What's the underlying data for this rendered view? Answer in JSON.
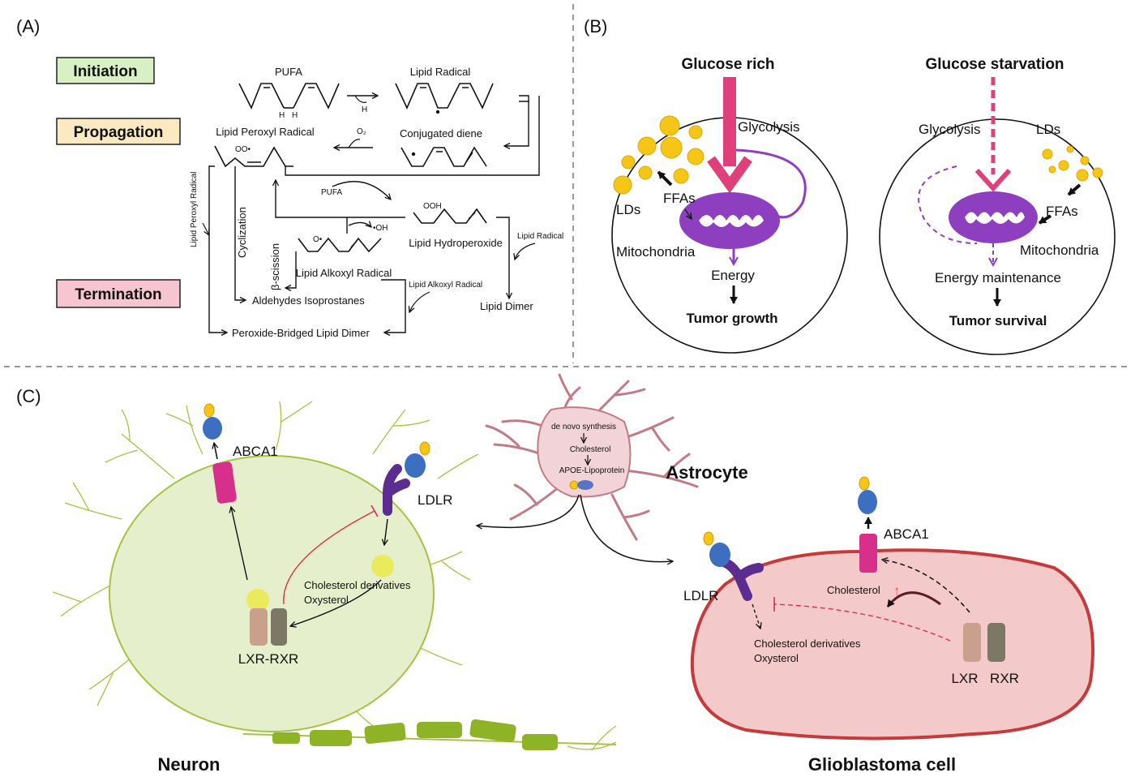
{
  "panels": {
    "a": {
      "letter": "(A)",
      "stages": {
        "initiation": {
          "label": "Initiation",
          "fill": "#d9efc4"
        },
        "propagation": {
          "label": "Propagation",
          "fill": "#fbe9c1"
        },
        "termination": {
          "label": "Termination",
          "fill": "#f6c5cf"
        }
      },
      "molecules": {
        "pufa": "PUFA",
        "lipid_radical": "Lipid Radical",
        "h_left": "H",
        "h_right": "H",
        "h_removed": "H",
        "lipid_peroxyl_radical": "Lipid Peroxyl Radical",
        "o2": "O₂",
        "conjugated_diene": "Conjugated diene",
        "oo_dot": "OO•",
        "pufa_small": "PUFA",
        "ooh": "OOH",
        "oh_radical": "•OH",
        "lipid_hydroperoxide": "Lipid Hydroperoxide",
        "o_dot": "O•",
        "lipid_alkoxyl_radical": "Lipid Alkoxyl Radical",
        "side_lipid_peroxyl_radical": "Lipid Peroxyl Radical",
        "cyclization": "Cyclization",
        "beta_scission": "β-scission",
        "lipid_radical_side": "Lipid Radical",
        "lipid_alkoxyl_radical_side": "Lipid Alkoxyl Radical",
        "aldehydes": "Aldehydes Isoprostanes",
        "lipid_dimer": "Lipid Dimer",
        "peroxide_dimer": "Peroxide-Bridged Lipid Dimer"
      }
    },
    "b": {
      "letter": "(B)",
      "rich": {
        "title": "Glucose rich",
        "glycolysis": "Glycolysis",
        "lds": "LDs",
        "ffas": "FFAs",
        "mitochondria": "Mitochondria",
        "energy": "Energy",
        "outcome": "Tumor growth"
      },
      "starved": {
        "title": "Glucose starvation",
        "glycolysis": "Glycolysis",
        "lds": "LDs",
        "ffas": "FFAs",
        "mitochondria": "Mitochondria",
        "energy": "Energy maintenance",
        "outcome": "Tumor survival"
      }
    },
    "c": {
      "letter": "(C)",
      "neuron": {
        "title": "Neuron",
        "abca1": "ABCA1",
        "ldlr": "LDLR",
        "derivatives": "Cholesterol derivatives",
        "oxysterol": "Oxysterol",
        "lxr_rxr": "LXR-RXR"
      },
      "astrocyte": {
        "title": "Astrocyte",
        "step1": "de novo synthesis",
        "step2": "Cholesterol",
        "step3": "APOE-Lipoprotein"
      },
      "glioblastoma": {
        "title": "Glioblastoma cell",
        "abca1": "ABCA1",
        "ldlr": "LDLR",
        "cholesterol": "Cholesterol",
        "up_arrow": "↑",
        "derivatives": "Cholesterol derivatives",
        "oxysterol": "Oxysterol",
        "lxr": "LXR",
        "rxr": "RXR"
      }
    }
  },
  "colors": {
    "glycolysis_arrow": "#e0407a",
    "mitochondria": "#8e3fbf",
    "lipid_droplet": "#f5c518",
    "neuron_fill": "#e5efcc",
    "neuron_stroke": "#a7c241",
    "glioma_fill": "#f3c9ca",
    "glioma_stroke": "#c53a3a",
    "astro_fill": "#f2d3d8",
    "astro_stroke": "#c27a87",
    "abca1": "#d62f8c",
    "ldlr": "#5b2d8e",
    "apoe_blue": "#3d6fc1",
    "lxr": "#c9a08b",
    "rxr": "#7b7966",
    "inhibit_red": "#e02c55"
  }
}
